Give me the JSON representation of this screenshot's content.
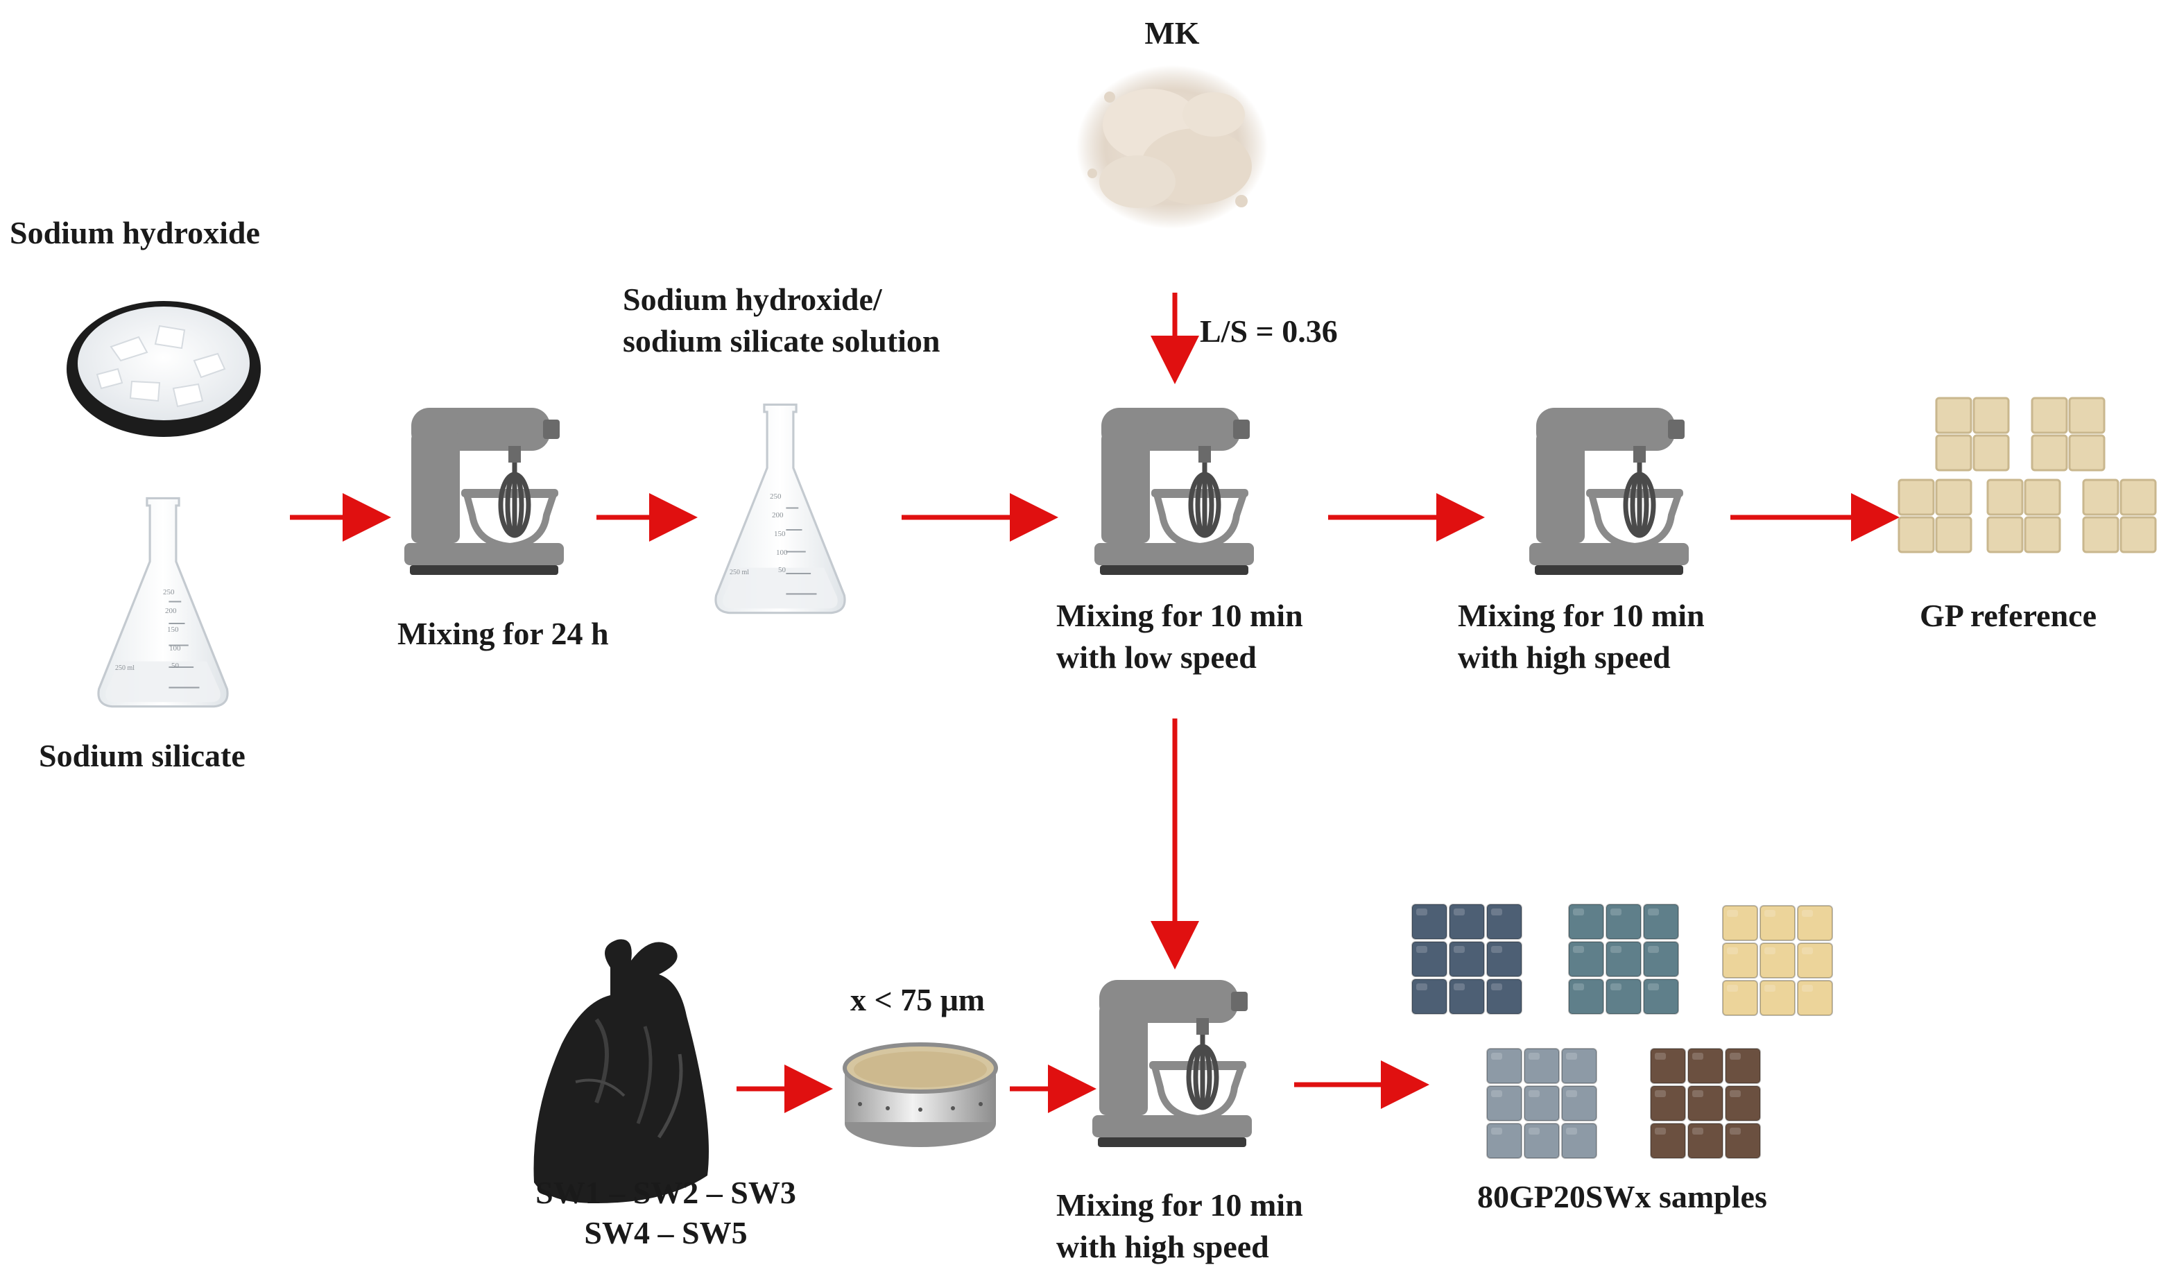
{
  "labels": {
    "mk": "MK",
    "sodium_hydroxide": "Sodium hydroxide",
    "sodium_silicate": "Sodium silicate",
    "solution_line1": "Sodium hydroxide/",
    "solution_line2": "sodium silicate  solution",
    "mixing_24h": "Mixing  for 24 h",
    "ls_ratio": "L/S  = 0.36",
    "mix_low_line1": "Mixing  for 10 min",
    "mix_low_line2": "with low speed",
    "mix_high_line1": "Mixing  for 10 min",
    "mix_high_line2": "with high speed",
    "gp_reference": "GP reference",
    "sieve_size": "x < 75 μm",
    "sw_line1": "SW1 – SW2 – SW3",
    "sw_line2": "SW4 – SW5",
    "mix_high2_line1": "Mixing  for 10 min",
    "mix_high2_line2": "with high speed",
    "samples": "80GP20SWx samples"
  },
  "flask_ticks": [
    "250",
    "200",
    "150",
    "100",
    "50"
  ],
  "flask_volume": "250 ml",
  "colors": {
    "arrow": "#e01010",
    "mixer": "#8a8a8a",
    "mixer_dark": "#5f5f5f",
    "gp_block": "#e6d6b0",
    "sample_blue_dark": "#4d5f74",
    "sample_teal": "#5f7f8a",
    "sample_cream": "#ecd49a",
    "sample_grey": "#8d9aa6",
    "sample_brown": "#6b5040"
  }
}
